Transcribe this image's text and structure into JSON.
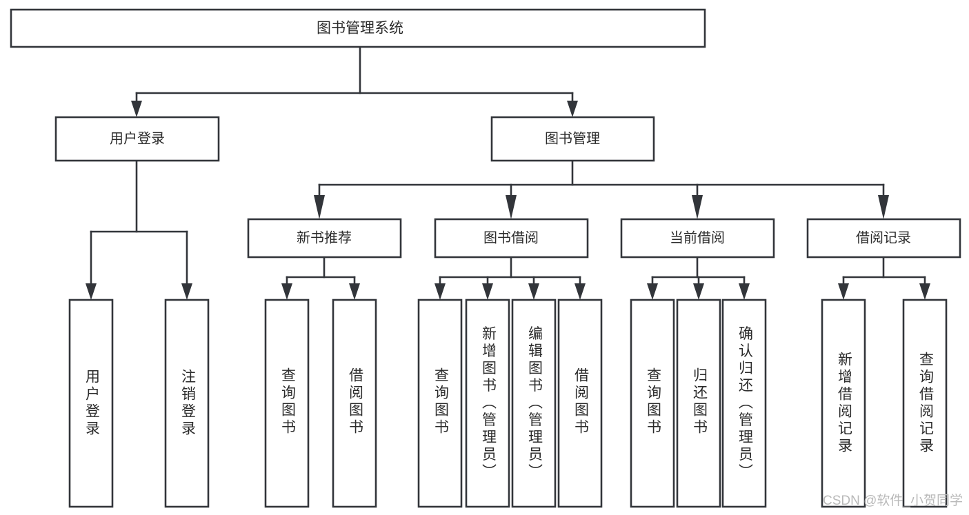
{
  "diagram": {
    "type": "tree-hierarchy",
    "title": "图书管理系统",
    "root": {
      "id": "root",
      "label": "图书管理系统"
    },
    "level2": [
      {
        "id": "user-login",
        "label": "用户登录"
      },
      {
        "id": "book-management",
        "label": "图书管理"
      }
    ],
    "level3": [
      {
        "id": "new-book-recommend",
        "label": "新书推荐",
        "parent": "book-management"
      },
      {
        "id": "book-borrow",
        "label": "图书借阅",
        "parent": "book-management"
      },
      {
        "id": "current-borrow",
        "label": "当前借阅",
        "parent": "book-management"
      },
      {
        "id": "borrow-record",
        "label": "借阅记录",
        "parent": "book-management"
      }
    ],
    "leaves": [
      {
        "id": "leaf-user-login",
        "label": "用户登录",
        "parent": "user-login"
      },
      {
        "id": "leaf-user-logout",
        "label": "注销登录",
        "parent": "user-login"
      },
      {
        "id": "leaf-query-book-1",
        "label": "查询图书",
        "parent": "new-book-recommend"
      },
      {
        "id": "leaf-borrow-book-1",
        "label": "借阅图书",
        "parent": "new-book-recommend"
      },
      {
        "id": "leaf-query-book-2",
        "label": "查询图书",
        "parent": "book-borrow"
      },
      {
        "id": "leaf-add-book",
        "label": "新增图书（管理员）",
        "parent": "book-borrow"
      },
      {
        "id": "leaf-edit-book",
        "label": "编辑图书（管理员）",
        "parent": "book-borrow"
      },
      {
        "id": "leaf-borrow-book-2",
        "label": "借阅图书",
        "parent": "book-borrow"
      },
      {
        "id": "leaf-query-book-3",
        "label": "查询图书",
        "parent": "current-borrow"
      },
      {
        "id": "leaf-return-book",
        "label": "归还图书",
        "parent": "current-borrow"
      },
      {
        "id": "leaf-confirm-return",
        "label": "确认归还（管理员）",
        "parent": "current-borrow"
      },
      {
        "id": "leaf-add-record",
        "label": "新增借阅记录",
        "parent": "borrow-record"
      },
      {
        "id": "leaf-query-record",
        "label": "查询借阅记录",
        "parent": "borrow-record"
      }
    ],
    "colors": {
      "stroke": "#32353a",
      "box_fill": "#ffffff",
      "text": "#2b2b2b",
      "background": "#ffffff",
      "watermark": "#b9b9b9"
    }
  },
  "watermark": {
    "text": "CSDN @软件_小贺同学"
  }
}
